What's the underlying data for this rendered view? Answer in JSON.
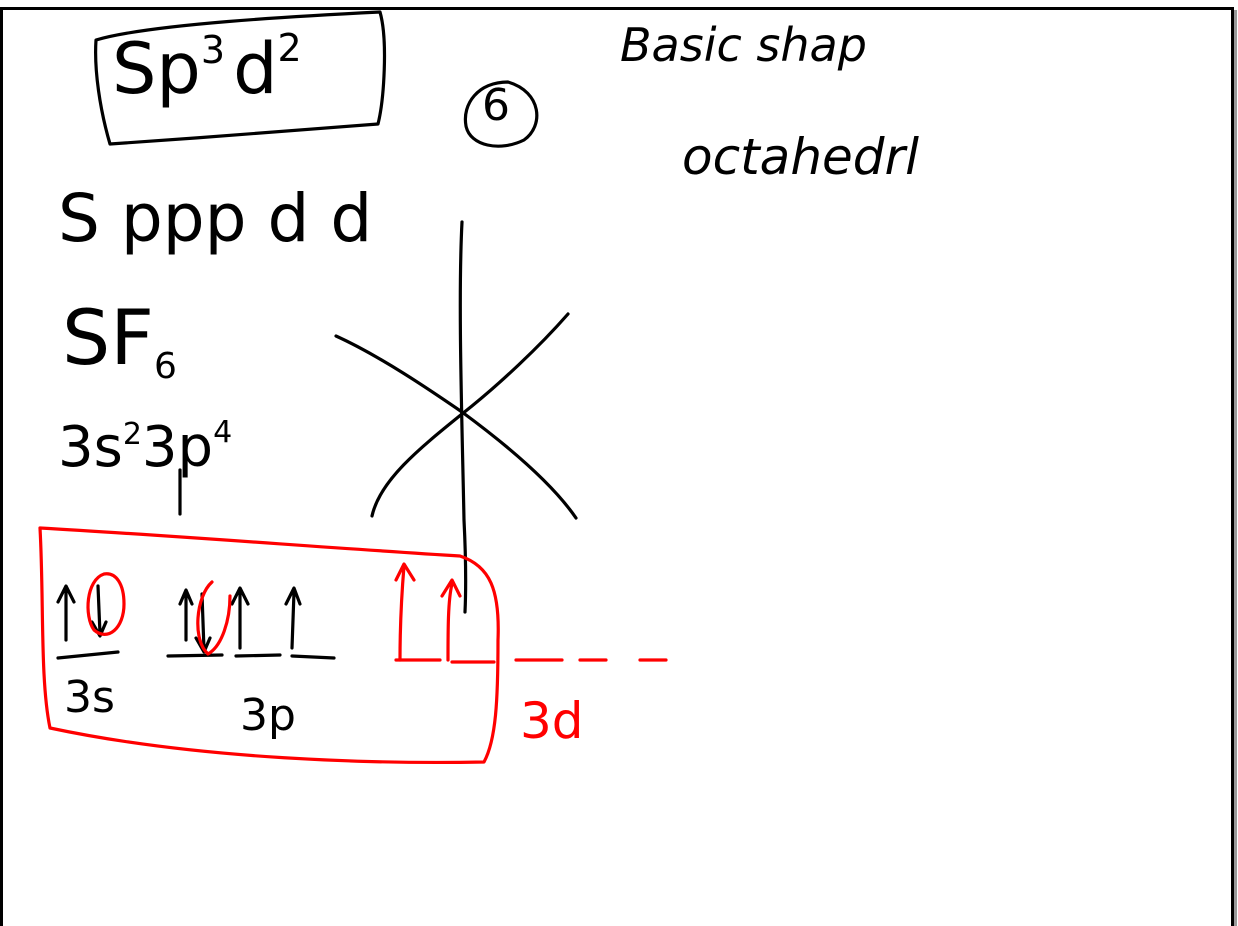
{
  "notes": {
    "hybrid_main": "Sp",
    "hybrid_sup1": "3",
    "hybrid_d": "d",
    "hybrid_sup2": "2",
    "circled_number": "6",
    "basic_shape_label": "Basic shap",
    "shape_name": "octahedrl",
    "orbital_letters": "S ppp d d",
    "molecule_main": "SF",
    "molecule_sub": "6",
    "config_a": "3s",
    "config_a_sup": "2",
    "config_b": "3p",
    "config_b_sup": "4",
    "label_3s": "3s",
    "label_3p": "3p",
    "label_3d": "3d"
  },
  "colors": {
    "ink": "#000000",
    "annotation": "#ff0000",
    "frame_shadow": "#9a9a9a"
  }
}
